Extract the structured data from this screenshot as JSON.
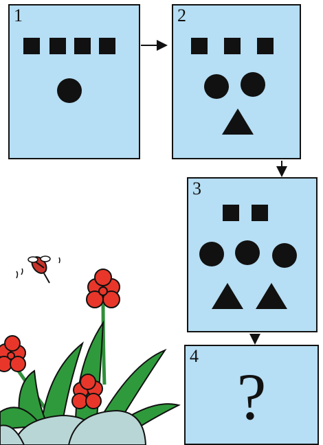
{
  "panels": [
    {
      "number": "1",
      "squares": 4,
      "circles": 1,
      "triangles": 0
    },
    {
      "number": "2",
      "squares": 3,
      "circles": 2,
      "triangles": 1
    },
    {
      "number": "3",
      "squares": 2,
      "circles": 3,
      "triangles": 2
    },
    {
      "number": "4",
      "unknown": "?"
    }
  ],
  "colors": {
    "panel_fill": "#b6def4",
    "shape_fill": "#111111",
    "flower_red": "#e8372a",
    "leaf_green": "#2f9a3c",
    "rock": "#b9d6d6"
  },
  "illustration": "flower-plant-with-bee"
}
